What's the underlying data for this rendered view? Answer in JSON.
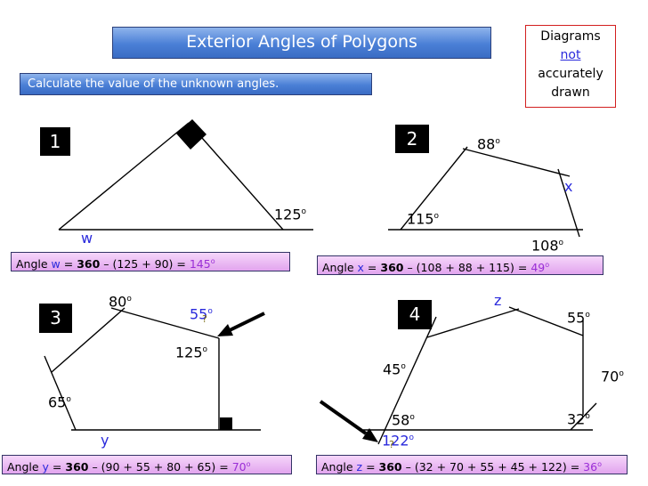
{
  "title": "Exterior Angles of Polygons",
  "instruction": "Calculate the value of the unknown angles.",
  "note": {
    "line1": "Diagrams",
    "line2": "not",
    "line3": "accurately",
    "line4": "drawn"
  },
  "degree_symbol": "o",
  "problems": [
    {
      "number": "1",
      "labels": {
        "angle_a": "125",
        "unknown": "w"
      },
      "answer": {
        "prefix": "Angle ",
        "var": "w",
        "eq": " = ",
        "total": "360",
        "expr": " – (125 + 90) = ",
        "result": "145",
        "unit": "o"
      }
    },
    {
      "number": "2",
      "labels": {
        "angle_a": "88",
        "angle_b": "115",
        "angle_c": "108",
        "unknown": "x"
      },
      "answer": {
        "prefix": "Angle ",
        "var": "x",
        "eq": " = ",
        "total": "360",
        "expr": " – (108 + 88 + 115) = ",
        "result": "49",
        "unit": "o"
      }
    },
    {
      "number": "3",
      "labels": {
        "angle_a": "80",
        "angle_b": "55",
        "angle_c": "125",
        "angle_d": "65",
        "unknown": "y",
        "question_mark": "?"
      },
      "answer": {
        "prefix": "Angle ",
        "var": "y",
        "eq": " = ",
        "total": "360",
        "expr": " – (90 + 55 + 80 + 65) = ",
        "result": "70",
        "unit": "o"
      }
    },
    {
      "number": "4",
      "labels": {
        "angle_a": "55",
        "angle_b": "70",
        "angle_c": "32",
        "angle_d": "58",
        "angle_e": "45",
        "angle_f": "122",
        "unknown": "z",
        "question_mark": "?"
      },
      "answer": {
        "prefix": "Angle ",
        "var": "z",
        "eq": " = ",
        "total": "360",
        "expr": " – (32 + 70 + 55 + 45 + 122) = ",
        "result": "36",
        "unit": "o"
      }
    }
  ]
}
